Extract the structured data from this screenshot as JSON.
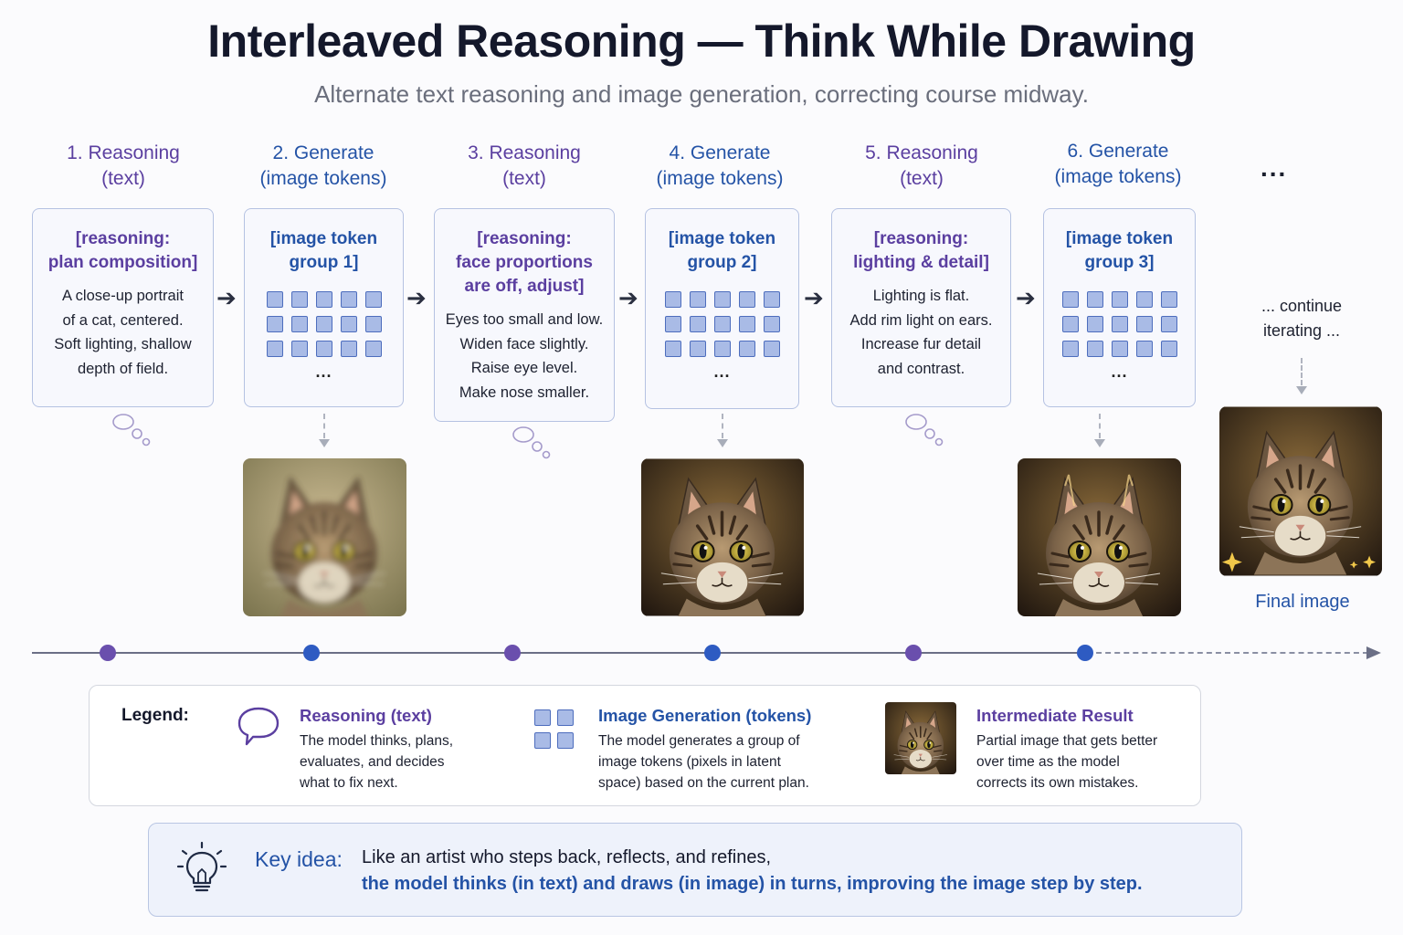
{
  "title": "Interleaved Reasoning — Think While Drawing",
  "subtitle": "Alternate text reasoning and image generation, correcting course midway.",
  "steps": [
    {
      "heading1": "1. Reasoning",
      "heading2": "(text)",
      "card_title1": "[reasoning:",
      "card_title2": "plan composition]",
      "lines": [
        "A close-up portrait",
        "of a cat, centered.",
        "Soft lighting, shallow",
        "depth of field."
      ]
    },
    {
      "heading1": "2. Generate",
      "heading2": "(image tokens)",
      "card_title1": "[image token",
      "card_title2": "group 1]",
      "ellipsis": "..."
    },
    {
      "heading1": "3. Reasoning",
      "heading2": "(text)",
      "card_title1": "[reasoning:",
      "card_title2": "face proportions",
      "card_title3": "are off, adjust]",
      "lines": [
        "Eyes too small and low.",
        "Widen face slightly.",
        "Raise eye level.",
        "Make nose smaller."
      ]
    },
    {
      "heading1": "4. Generate",
      "heading2": "(image tokens)",
      "card_title1": "[image token",
      "card_title2": "group 2]",
      "ellipsis": "..."
    },
    {
      "heading1": "5. Reasoning",
      "heading2": "(text)",
      "card_title1": "[reasoning:",
      "card_title2": "lighting & detail]",
      "lines": [
        "Lighting is flat.",
        "Add rim light on ears.",
        "Increase fur detail",
        "and contrast."
      ]
    },
    {
      "heading1": "6. Generate",
      "heading2": "(image tokens)",
      "card_title1": "[image token",
      "card_title2": "group 3]",
      "ellipsis": "..."
    }
  ],
  "more_steps": "...",
  "continue_line1": "... continue",
  "continue_line2": "iterating ...",
  "final_label": "Final image",
  "legend": {
    "label": "Legend:",
    "items": [
      {
        "title": "Reasoning (text)",
        "lines": [
          "The model thinks, plans,",
          "evaluates, and decides",
          "what to fix next."
        ],
        "icon": "speech-bubble-icon"
      },
      {
        "title": "Image Generation (tokens)",
        "lines": [
          "The model generates a group of",
          "image tokens (pixels in latent",
          "space) based on the current plan."
        ],
        "icon": "token-grid-icon"
      },
      {
        "title": "Intermediate Result",
        "lines": [
          "Partial image that gets better",
          "over time as the model",
          "corrects its own mistakes."
        ],
        "icon": "cat-thumbnail"
      }
    ]
  },
  "key_idea": {
    "label": "Key idea:",
    "line1": "Like an artist who steps back, reflects, and refines,",
    "line2": "the model thinks (in text) and draws (in image) in turns, improving the image step by step.",
    "icon": "lightbulb-icon"
  },
  "colors": {
    "reasoning": "#5b3fa0",
    "generation": "#2453a6",
    "card_border": "#b5c2e2"
  }
}
